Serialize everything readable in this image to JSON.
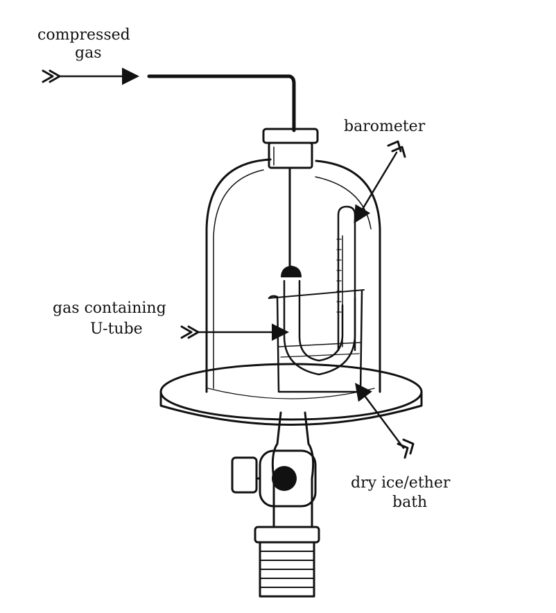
{
  "labels": {
    "compressed_gas": [
      "compressed",
      "gas"
    ],
    "barometer": "barometer",
    "u_tube": [
      "gas containing",
      "U-tube"
    ],
    "bath": [
      "dry ice/ether",
      "bath"
    ]
  },
  "colors": {
    "ink": "#111111",
    "background": "#ffffff"
  }
}
